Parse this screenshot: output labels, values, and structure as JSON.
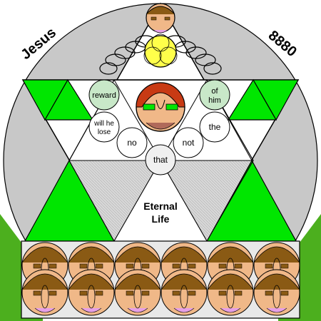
{
  "title_left": "Jesus",
  "title_right": "8880",
  "center_label": {
    "line1": "Eternal",
    "line2": "Life"
  },
  "word_circles": {
    "reward": "reward",
    "of_him": [
      "of",
      "him"
    ],
    "will_he_lose": [
      "will he",
      "lose"
    ],
    "the": "the",
    "no": "no",
    "not": "not",
    "that": "that"
  },
  "colors": {
    "background": "#ffffff",
    "grey": "#c8c8c8",
    "green": "#00e600",
    "lawn": "#4caf1e",
    "skin": "#f0b888",
    "brown": "#8a5a14",
    "hair_red": "#c83a14",
    "yellow": "#ffff4a",
    "pink": "#e6a0e6"
  }
}
